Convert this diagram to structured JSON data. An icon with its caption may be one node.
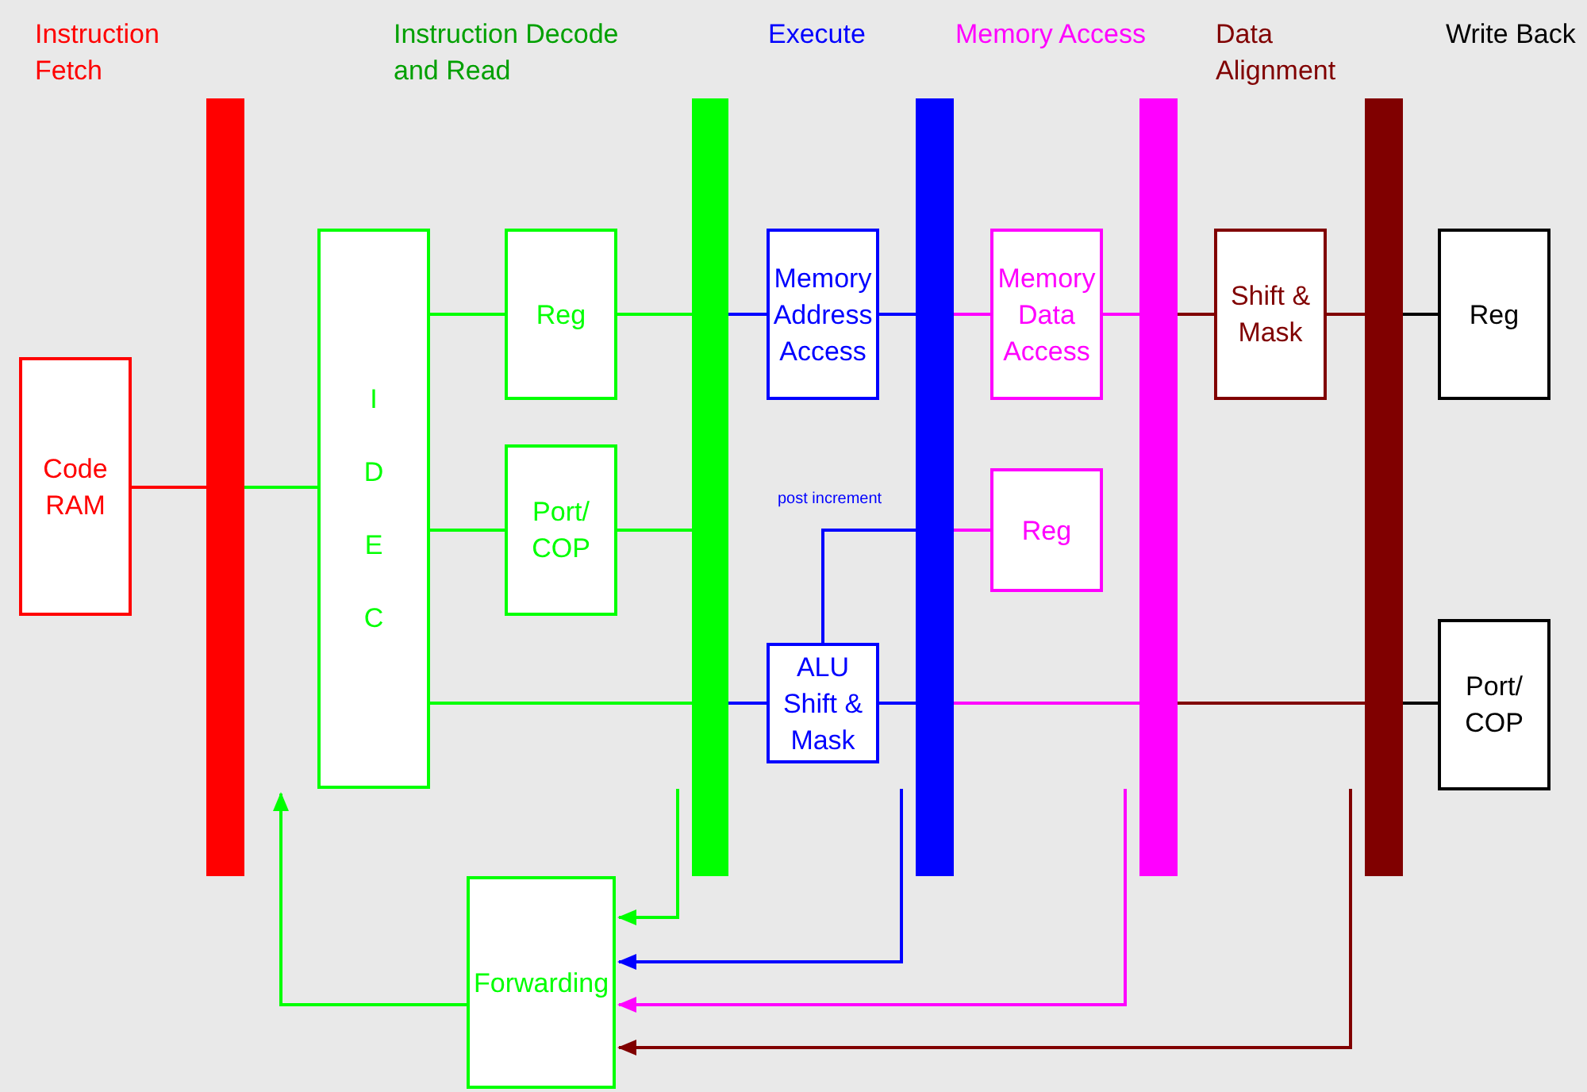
{
  "diagram": {
    "nodes": [
      {
        "text": [
          "Code RAM"
        ]
      },
      {
        "text": [],
        "shape": "bar"
      },
      {
        "text": [
          "I D E C"
        ]
      },
      {
        "text": [
          "Reg"
        ]
      },
      {
        "text": [
          "Port/ COP"
        ]
      },
      {
        "text": [],
        "shape": "bar"
      },
      {
        "text": [
          "Memory Address Access"
        ]
      },
      {
        "text": [
          "ALU Shift & Mask"
        ]
      },
      {
        "text": [],
        "shape": "bar"
      },
      {
        "text": [
          "Memory Data Access"
        ]
      },
      {
        "text": [
          "Reg"
        ]
      },
      {
        "text": [],
        "shape": "bar"
      },
      {
        "text": [
          "Shift & Mask"
        ]
      },
      {
        "text": [],
        "shape": "bar"
      },
      {
        "text": [
          "Reg"
        ]
      },
      {
        "text": [
          "Port/ COP"
        ]
      },
      {
        "text": [
          "Forwarding"
        ]
      }
    ],
    "edges": [
      {
        "from": 0,
        "to": 1,
        "arrow": "none",
        "color": "#ff0000"
      },
      {
        "from": 1,
        "to": 2,
        "arrow": "none",
        "color": "#00ff00"
      },
      {
        "from": 2,
        "to": 3,
        "arrow": "none",
        "color": "#00ff00"
      },
      {
        "from": 2,
        "to": 4,
        "arrow": "none",
        "color": "#00ff00"
      },
      {
        "from": 2,
        "to": 5,
        "arrow": "none",
        "color": "#00ff00"
      },
      {
        "from": 3,
        "to": 5,
        "arrow": "none",
        "color": "#00ff00"
      },
      {
        "from": 4,
        "to": 5,
        "arrow": "none",
        "color": "#00ff00"
      },
      {
        "from": 5,
        "to": 6,
        "arrow": "none",
        "color": "#0000ff"
      },
      {
        "from": 5,
        "to": 7,
        "arrow": "none",
        "color": "#0000ff"
      },
      {
        "from": 6,
        "to": 8,
        "arrow": "none",
        "color": "#0000ff"
      },
      {
        "from": 7,
        "to": 8,
        "arrow": "none",
        "color": "#0000ff"
      },
      {
        "from": 7,
        "to": 8,
        "arrow": "none",
        "label": "post increment",
        "color": "#0000ff"
      },
      {
        "from": 8,
        "to": 9,
        "arrow": "none",
        "color": "#ff00ff"
      },
      {
        "from": 8,
        "to": 10,
        "arrow": "none",
        "color": "#ff00ff"
      },
      {
        "from": 8,
        "to": 11,
        "arrow": "none",
        "color": "#ff00ff"
      },
      {
        "from": 9,
        "to": 11,
        "arrow": "none",
        "color": "#ff00ff"
      },
      {
        "from": 11,
        "to": 12,
        "arrow": "none",
        "color": "#800000"
      },
      {
        "from": 11,
        "to": 13,
        "arrow": "none",
        "color": "#800000"
      },
      {
        "from": 12,
        "to": 13,
        "arrow": "none",
        "color": "#800000"
      },
      {
        "from": 13,
        "to": 14,
        "arrow": "none",
        "color": "#000000"
      },
      {
        "from": 13,
        "to": 15,
        "arrow": "none",
        "color": "#000000"
      },
      {
        "from": 5,
        "to": 16,
        "arrow": "to",
        "color": "#00ff00"
      },
      {
        "from": 8,
        "to": 16,
        "arrow": "to",
        "color": "#0000ff"
      },
      {
        "from": 11,
        "to": 16,
        "arrow": "to",
        "color": "#ff00ff"
      },
      {
        "from": 13,
        "to": 16,
        "arrow": "to",
        "color": "#800000"
      },
      {
        "from": 16,
        "to": 1,
        "arrow": "to",
        "color": "#00ff00"
      }
    ],
    "labels": [
      "Instruction Fetch",
      "Instruction Decode and Read",
      "Execute",
      "Memory Access",
      "Data Alignment",
      "Write Back"
    ]
  }
}
